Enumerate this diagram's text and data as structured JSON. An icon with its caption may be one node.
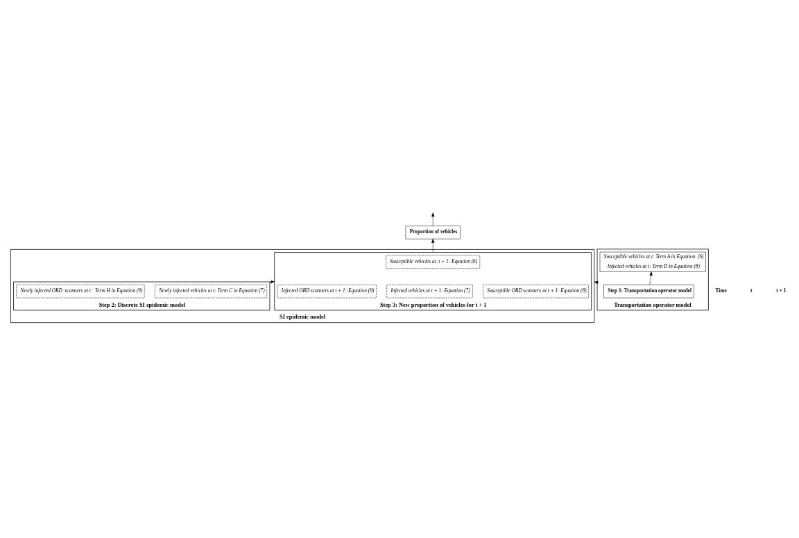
{
  "diagram": {
    "nodes": [
      {
        "text": [
          "SI epidemic model"
        ]
      },
      {
        "text": [
          "Step 3: New proportion of vehicles for t + 1"
        ],
        "in": 0
      },
      {
        "text": [
          "Susceptible vehicles at  t + 1: Equation (6)"
        ],
        "in": 1
      },
      {
        "text": [
          "Susceptible OBD scanners at t + 1: Equation (8)"
        ],
        "in": 1
      },
      {
        "text": [
          "Infected vehicles at t + 1: Equation (7)"
        ],
        "in": 1
      },
      {
        "text": [
          "Infected OBD scanners at t + 1: Equation (9)"
        ],
        "in": 1
      },
      {
        "text": [
          "Step 2: Discrete SI epidemic model"
        ],
        "in": 0
      },
      {
        "text": [
          "Newly infected vehicles at t: Term C in Equation (7)"
        ],
        "in": 6
      },
      {
        "text": [
          "Newly infected OBD  scanners at t:  Term H in Equation (9)"
        ],
        "in": 6
      },
      {
        "text": [
          "Transportation operator model"
        ]
      },
      {
        "text": [
          "Step 1: Transportation operator model"
        ],
        "in": 9
      },
      {
        "text": [
          "Susceptible vehicles at t: Term A in Equation  (6)",
          "Infected vehicles at t: Term D in Equation (8)"
        ],
        "in": 9
      },
      {
        "text": [
          "Proportion of vehicles"
        ]
      }
    ],
    "edges": [
      {
        "from": 10,
        "to": 11,
        "arrow": "to"
      },
      {
        "from": 9,
        "to": 0,
        "arrow": "to"
      },
      {
        "from": 6,
        "to": 1,
        "arrow": "to"
      },
      {
        "from": 1,
        "to": 12,
        "arrow": "to"
      },
      {
        "from": 12,
        "to": null,
        "arrow": "to"
      }
    ],
    "labels": [
      "Time",
      "t",
      "t + 1"
    ]
  }
}
